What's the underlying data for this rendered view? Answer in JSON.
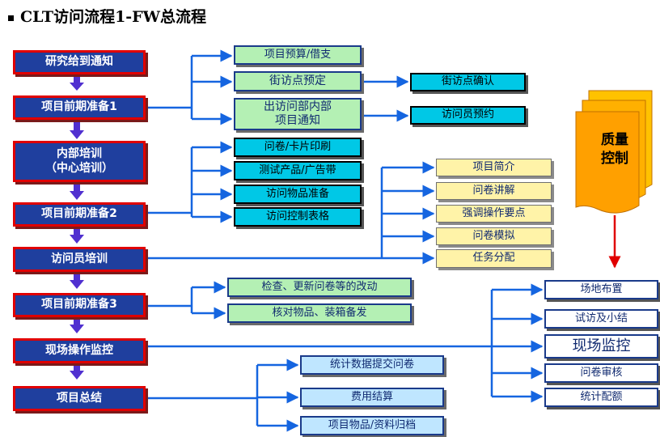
{
  "title": "CLT访问流程1-FW总流程",
  "steps": [
    "研究给到通知",
    "项目前期准备1",
    "内部培训\n（中心培训）",
    "项目前期准备2",
    "访问员培训",
    "项目前期准备3",
    "现场操作监控",
    "项目总结"
  ],
  "prep1_tasks": [
    "项目预算/借支",
    "街访点预定",
    "出访问部内部\n项目通知"
  ],
  "prep1_followups": [
    "街访点确认",
    "访问员预约"
  ],
  "prep2_tasks": [
    "问卷/卡片印刷",
    "测试产品/广告带",
    "访问物品准备",
    "访问控制表格"
  ],
  "training_tasks": [
    "项目简介",
    "问卷讲解",
    "强调操作要点",
    "问卷模拟",
    "任务分配"
  ],
  "prep3_tasks": [
    "检查、更新问卷等的改动",
    "核对物品、装箱备发"
  ],
  "monitor_tasks": [
    "场地布置",
    "试访及小结",
    "现场监控",
    "问卷审核",
    "统计配额"
  ],
  "summary_tasks": [
    "统计数据提交问卷",
    "费用结算",
    "项目物品/资料归档"
  ],
  "quality_control": "质量\n控制",
  "colors": {
    "step_fill": "#1f3f9e",
    "step_border": "#e00000",
    "connector": "#1565e0",
    "down_arrow": "#5030d0",
    "qc_fill": "#ffa000",
    "qc_arrow": "#e00000"
  }
}
